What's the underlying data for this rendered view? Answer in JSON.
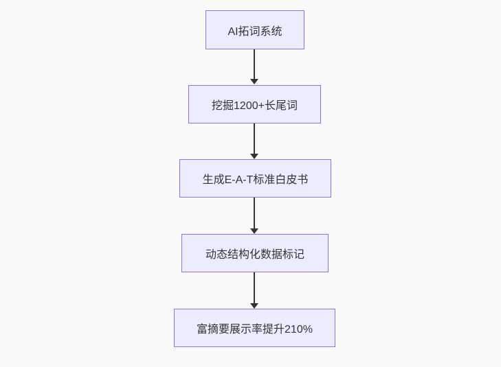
{
  "diagram": {
    "type": "flowchart-top-down",
    "nodes": [
      {
        "id": "step-1",
        "label": "AI拓词系统"
      },
      {
        "id": "step-2",
        "label": "挖掘1200+长尾词"
      },
      {
        "id": "step-3",
        "label": "生成E-A-T标准白皮书"
      },
      {
        "id": "step-4",
        "label": "动态结构化数据标记"
      },
      {
        "id": "step-5",
        "label": "富摘要展示率提升210%"
      }
    ],
    "edges": [
      {
        "from": "step-1",
        "to": "step-2",
        "arrow": "down"
      },
      {
        "from": "step-2",
        "to": "step-3",
        "arrow": "down"
      },
      {
        "from": "step-3",
        "to": "step-4",
        "arrow": "down"
      },
      {
        "from": "step-4",
        "to": "step-5",
        "arrow": "down"
      }
    ],
    "colors": {
      "node_fill": "#ECECFF",
      "node_border": "#9370DB",
      "node_text": "#333333",
      "arrow": "#333333",
      "background": "#fafafa"
    }
  }
}
